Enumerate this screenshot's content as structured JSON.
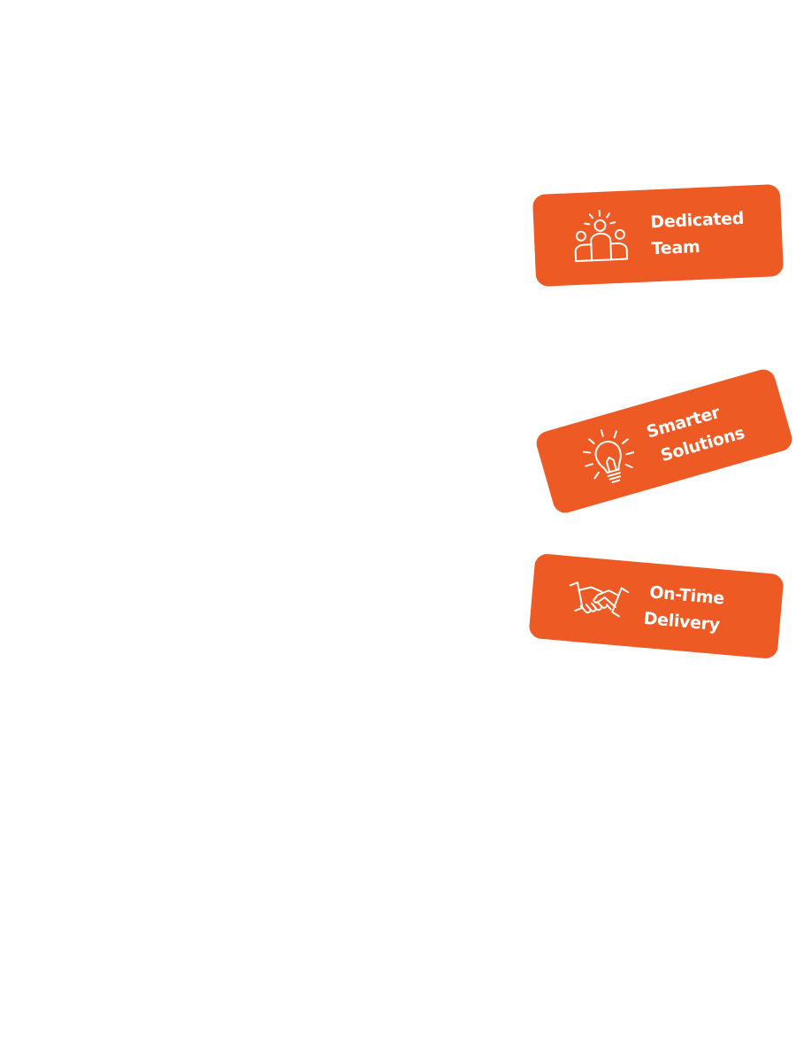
{
  "theme": {
    "badge_color": "#ee5a23",
    "icon_color": "#ffffff"
  },
  "badges": [
    {
      "icon": "team-icon",
      "line1": "Dedicated",
      "line2": "Team"
    },
    {
      "icon": "lightbulb-icon",
      "line1": "Smarter",
      "line2": "Solutions"
    },
    {
      "icon": "handshake-icon",
      "line1": "On-Time",
      "line2": "Delivery"
    }
  ]
}
